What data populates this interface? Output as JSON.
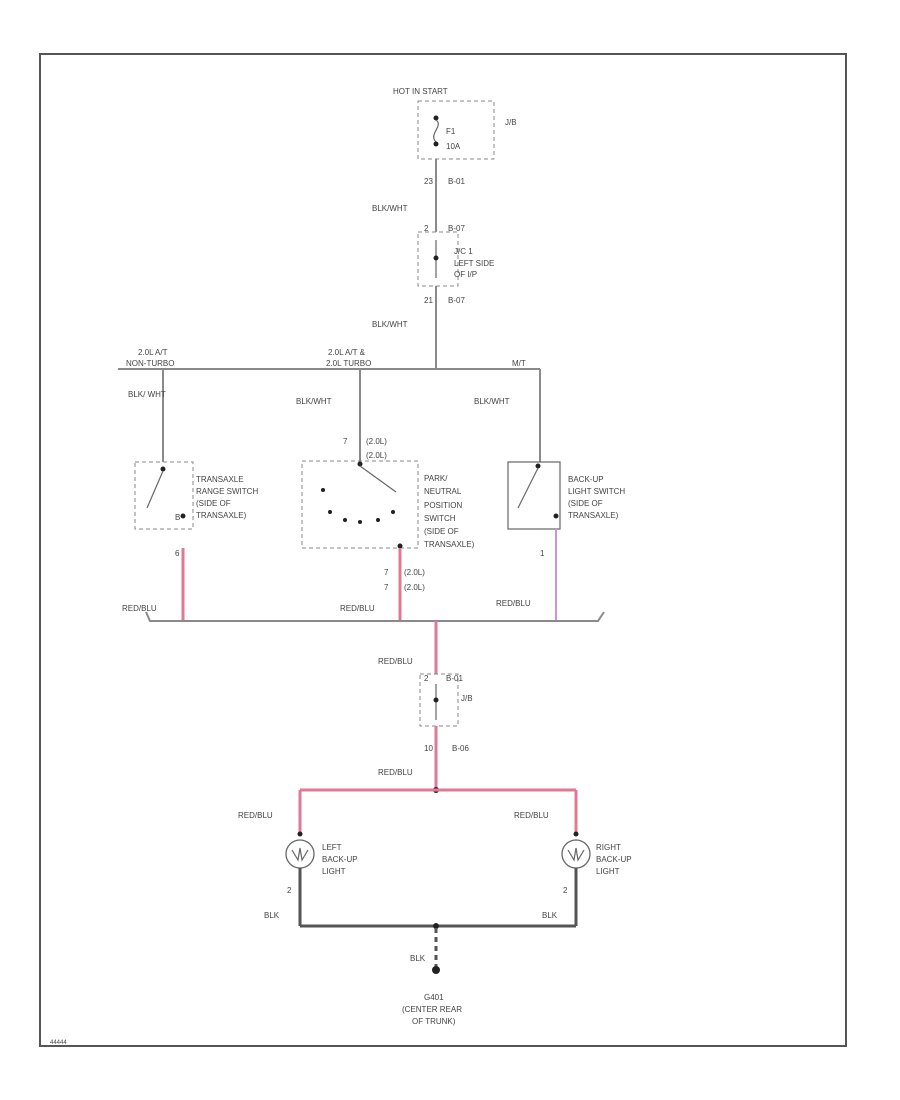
{
  "power": {
    "source": "HOT IN START",
    "fuse_label": "F1",
    "fuse_rating": "10A",
    "block": "J/B"
  },
  "connectors": {
    "jb_out_pin": "23",
    "jb_out_conn": "B-01",
    "j1_in_pin": "2",
    "j1_in_conn": "B-07",
    "j1_name": "J/C 1",
    "j1_loc1": "LEFT SIDE",
    "j1_loc2": "OF I/P",
    "j1_out_pin": "21",
    "j1_out_conn": "B-07",
    "j2_in_pin": "2",
    "j2_in_conn": "B-01",
    "j2_name": "J/B",
    "j2_out_pin": "10",
    "j2_out_conn": "B-06"
  },
  "wires": {
    "blk_wht_1": "BLK/WHT",
    "blk_wht_2": "BLK/WHT",
    "blk_wht_a": "BLK/\nWHT",
    "blk_wht_b": "BLK/WHT",
    "blk_wht_c": "BLK/WHT",
    "red_blu_1": "RED/BLU",
    "red_blu_2": "RED/BLU",
    "red_blu_3": "RED/BLU",
    "red_blu_4": "RED/BLU",
    "red_blu_5": "RED/BLU",
    "red_blu_left": "RED/BLU",
    "red_blu_right": "RED/BLU",
    "blk_left": "BLK",
    "blk_right": "BLK",
    "blk_ground": "BLK"
  },
  "branches": {
    "a_line1": "2.0L A/T",
    "a_line2": "NON-TURBO",
    "b_line1": "2.0L A/T &",
    "b_line2": "2.0L TURBO",
    "c_line1": "M/T"
  },
  "switches": {
    "range": [
      "TRANSAXLE",
      "RANGE SWITCH",
      "(SIDE OF",
      "TRANSAXLE)"
    ],
    "park": [
      "PARK/",
      "NEUTRAL",
      "POSITION",
      "SWITCH",
      "(SIDE OF",
      "TRANSAXLE)"
    ],
    "backup": [
      "BACK-UP",
      "LIGHT SWITCH",
      "(SIDE OF",
      "TRANSAXLE)"
    ],
    "range_pin_in": "",
    "range_pin_out": "B",
    "park_pin_in1": "7",
    "park_pin_in1_note": "(2.0L)",
    "park_pin_in2_note": "(2.0L)",
    "park_pin_out1": "7",
    "park_pin_out1_note": "(2.0L)",
    "park_pin_out2": "7",
    "park_pin_out2_note": "(2.0L)",
    "backup_pin_out": "1",
    "range_out": "6"
  },
  "lights": {
    "left": [
      "LEFT",
      "BACK-UP",
      "LIGHT"
    ],
    "right": [
      "RIGHT",
      "BACK-UP",
      "LIGHT"
    ],
    "left_pin": "2",
    "right_pin": "2"
  },
  "ground": {
    "name": "G401",
    "loc1": "(CENTER REAR",
    "loc2": "OF TRUNK)"
  },
  "footer_code": "44444"
}
